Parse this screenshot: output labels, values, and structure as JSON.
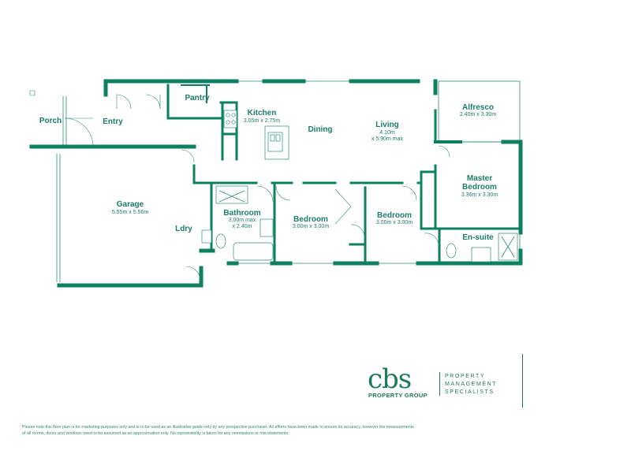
{
  "rooms": {
    "porch": {
      "name": "Porch"
    },
    "entry": {
      "name": "Entry"
    },
    "pantry": {
      "name": "Pantry"
    },
    "kitchen": {
      "name": "Kitchen",
      "dim": "3.05m x 2.75m"
    },
    "dining": {
      "name": "Dining"
    },
    "living": {
      "name": "Living",
      "dim1": "4.10m",
      "dim2": "x 5.90m max"
    },
    "alfresco": {
      "name": "Alfresco",
      "dim": "2.40m x 3.30m"
    },
    "garage": {
      "name": "Garage",
      "dim": "5.55m x 5.56m"
    },
    "laundry": {
      "name": "Ldry"
    },
    "bathroom": {
      "name": "Bathroom",
      "dim1": "3.00m max",
      "dim2": "x 2.40m"
    },
    "bedroom2": {
      "name": "Bedroom",
      "dim": "3.00m x 3.00m"
    },
    "bedroom3": {
      "name": "Bedroom",
      "dim": "3.00m x 3.00m"
    },
    "master": {
      "name1": "Master",
      "name2": "Bedroom",
      "dim": "3.36m x 3.30m"
    },
    "ensuite": {
      "name": "En-suite"
    }
  },
  "logo": {
    "main": "cbs",
    "sub": "PROPERTY GROUP",
    "tagline": [
      "PROPERTY",
      "MANAGEMENT",
      "SPECIALISTS"
    ]
  },
  "disclaimer": "Please note this floor plan is for marketing purposes only and is to be used as an illustrative guide only by any prospective purchaser. All efforts have been made to ensure its accuracy, however the measurements of all rooms, doors and windows need to be assumed as an approximation only. No repsonsibility is taken for any ommissions or mis-statements",
  "colors": {
    "wall": "#0e8060",
    "text": "#1b7d6b",
    "brand": "#1d7a55"
  }
}
